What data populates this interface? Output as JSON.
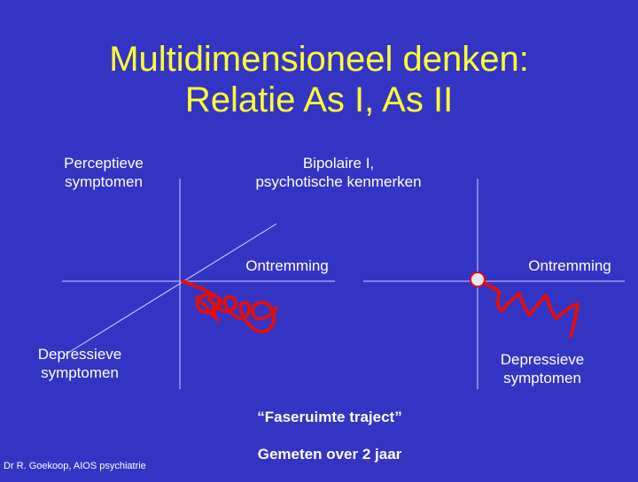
{
  "slide": {
    "title_line1": "Multidimensioneel denken:",
    "title_line2": "Relatie As I, As II",
    "footer": "Dr R. Goekoop, AIOS psychiatrie"
  },
  "left_diagram": {
    "top_left_label": "Perceptieve\nsymptomen",
    "top_right_label": "Bipolaire I,\npsychotische kenmerken",
    "right_label": "Ontremming",
    "bottom_left_label": "Depressieve\nsymptomen"
  },
  "right_diagram": {
    "right_label": "Ontremming",
    "bottom_label": "Depressieve\nsymptomen"
  },
  "caption": {
    "line1": "“Faseruimte traject”",
    "line2": "Gemeten over 2 jaar"
  },
  "colors": {
    "background": "#3434c4",
    "title": "#ffff33",
    "axis": "#d0d0ff",
    "trajectory": "#dd1010"
  }
}
